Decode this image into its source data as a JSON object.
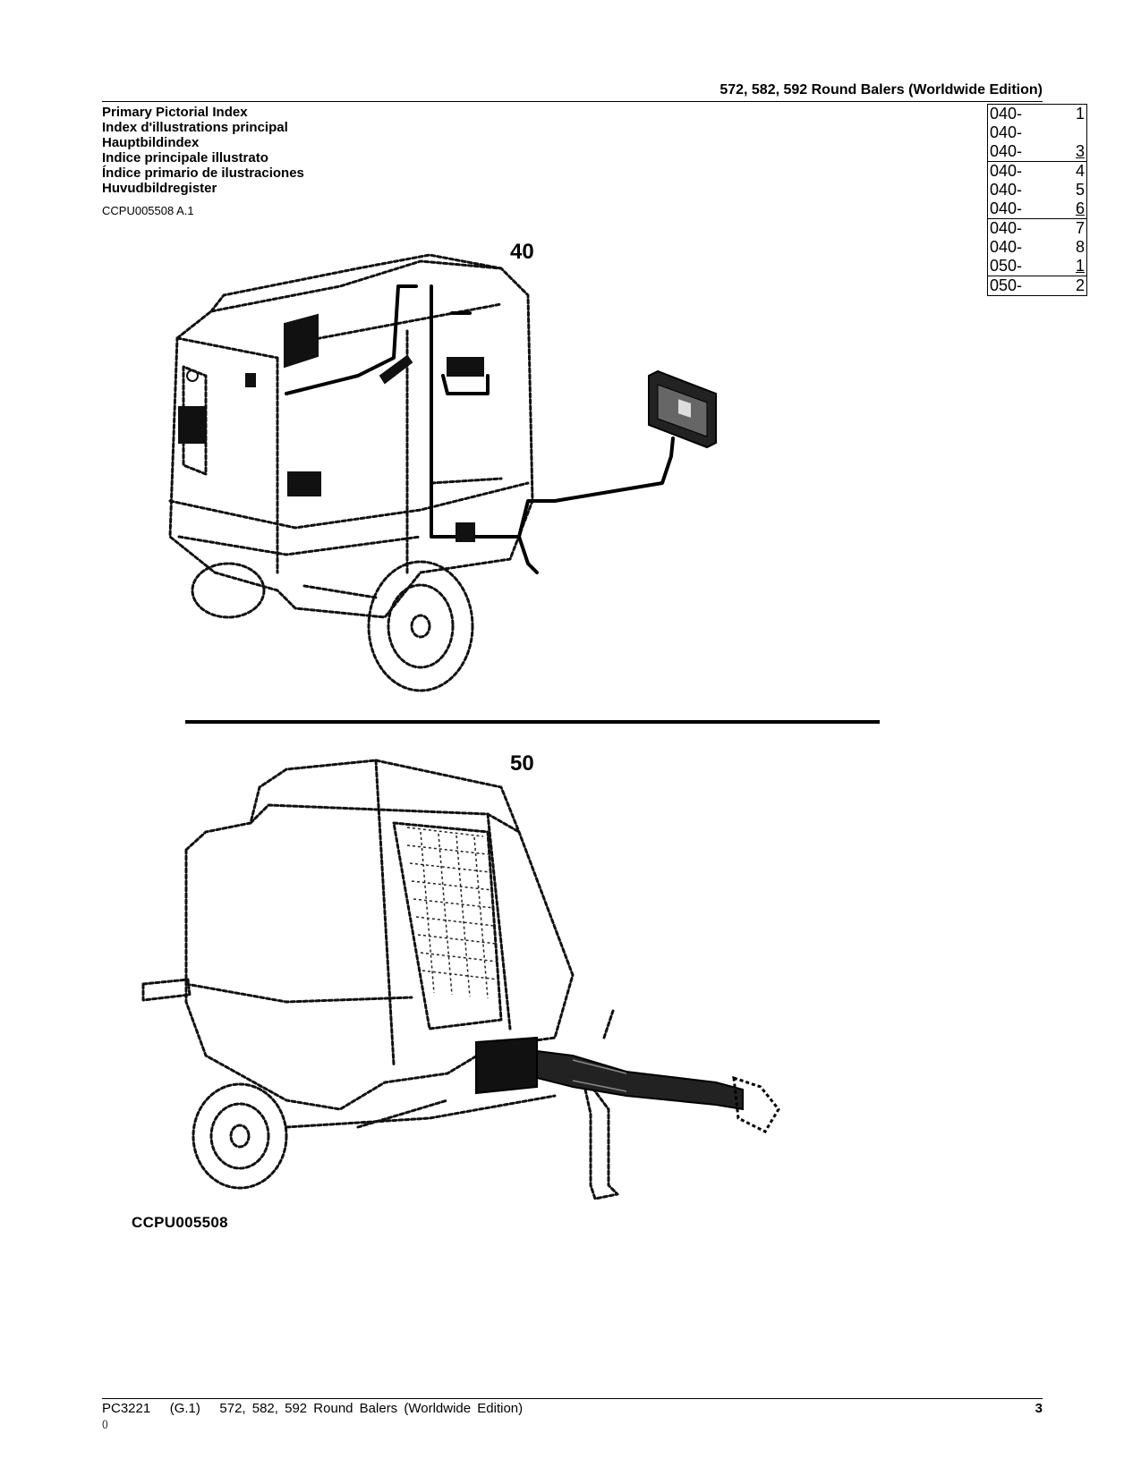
{
  "header": {
    "title": "572, 582, 592 Round Balers (Worldwide Edition)"
  },
  "titles": [
    "Primary Pictorial Index",
    "Index d'illustrations principal",
    "Hauptbildindex",
    "Indice principale illustrato",
    "Índice primario de ilustraciones",
    "Huvudbildregister"
  ],
  "ref_code": "CCPU005508 A.1",
  "index_groups": [
    [
      {
        "code": "040-",
        "num": "1"
      },
      {
        "code": "040-",
        "num": ""
      },
      {
        "code": "040-",
        "num": "3"
      }
    ],
    [
      {
        "code": "040-",
        "num": "4"
      },
      {
        "code": "040-",
        "num": "5"
      },
      {
        "code": "040-",
        "num": "6"
      }
    ],
    [
      {
        "code": "040-",
        "num": "7"
      },
      {
        "code": "040-",
        "num": "8"
      },
      {
        "code": "050-",
        "num": "1"
      }
    ],
    [
      {
        "code": "050-",
        "num": "2"
      }
    ]
  ],
  "figures": {
    "top_label": "40",
    "bottom_label": "50"
  },
  "illustration_caption": "CCPU005508",
  "footer": {
    "left": "PC3221   (G.1)   572, 582, 592 Round Balers (Worldwide Edition)",
    "page": "3",
    "sub": "()"
  }
}
